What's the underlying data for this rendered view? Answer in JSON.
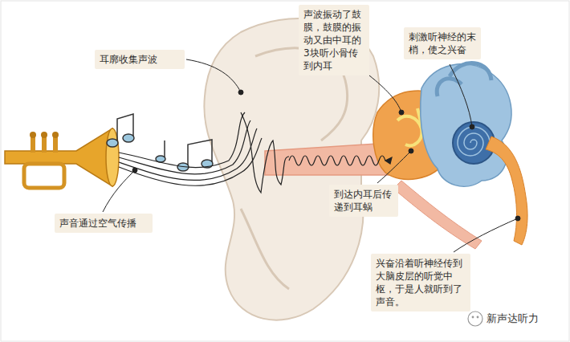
{
  "diagram": {
    "nodes": [
      {
        "text": [
          "耳廓收集声波"
        ]
      },
      {
        "text": [
          "声波振动了鼓膜，鼓膜的振动又由中耳的3块听小骨传到内耳"
        ]
      },
      {
        "text": [
          "刺激听神经的末梢，使之兴奋"
        ]
      },
      {
        "text": [
          "到达内耳后传递到耳蜗"
        ]
      },
      {
        "text": [
          "声音通过空气传播"
        ]
      },
      {
        "text": [
          "兴奋沿着听神经传到大脑皮层的听觉中枢，于是人就听到了声音。"
        ]
      }
    ],
    "labels": [
      "新声达听力"
    ]
  }
}
